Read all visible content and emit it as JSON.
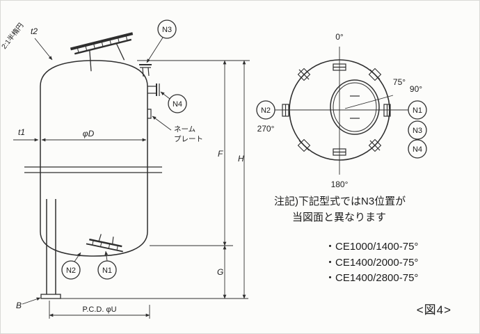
{
  "side_view": {
    "t2": "t2",
    "head_note": "2:1半楕円",
    "t1": "t1",
    "diameter": "φD",
    "nameplate_1": "ネーム",
    "nameplate_2": "プレート",
    "dim_f": "F",
    "dim_h": "H",
    "dim_g": "G",
    "base_b": "B",
    "pcd": "P.C.D. φU",
    "balloon_n1": "N1",
    "balloon_n2": "N2",
    "balloon_n3": "N3",
    "balloon_n4": "N4"
  },
  "top_view": {
    "angle_0": "0°",
    "angle_75": "75°",
    "angle_90": "90°",
    "angle_180": "180°",
    "angle_270": "270°",
    "balloon_n1": "N1",
    "balloon_n2": "N2",
    "balloon_n3": "N3",
    "balloon_n4": "N4"
  },
  "notes": {
    "line1": "注記)下記型式ではN3位置が",
    "line2": "当図面と異なります",
    "models": [
      "・CE1000/1400-75°",
      "・CE1400/2000-75°",
      "・CE1400/2800-75°"
    ],
    "figure_label": "<図4>"
  }
}
